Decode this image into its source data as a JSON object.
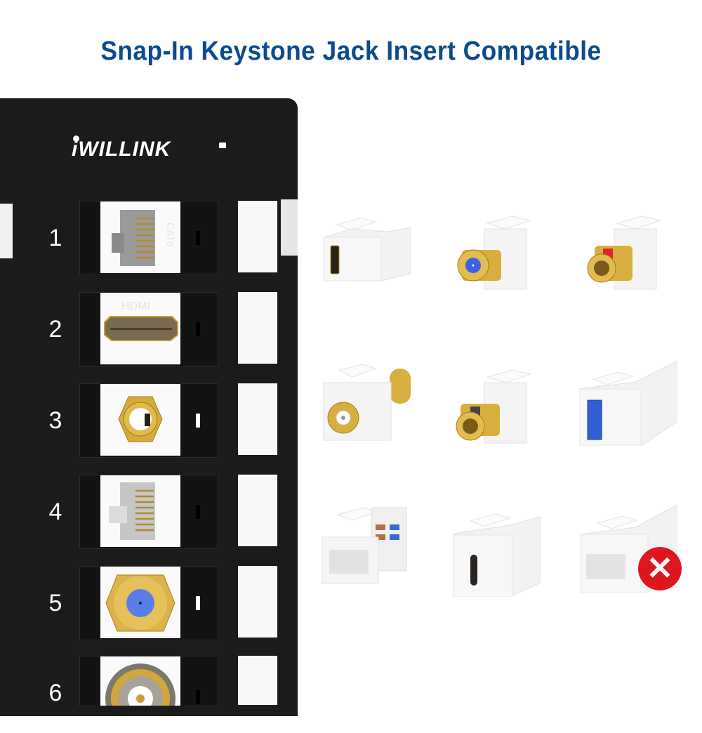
{
  "header": {
    "title": "Snap-In Keystone Jack Insert Compatible"
  },
  "panel": {
    "brand": "iWILLINK",
    "ports": [
      {
        "number": "1",
        "type": "RJ45 Cat6 jack",
        "face_text": "CAT6"
      },
      {
        "number": "2",
        "type": "HDMI jack",
        "face_text": "HDMI"
      },
      {
        "number": "3",
        "type": "3.5mm audio jack"
      },
      {
        "number": "4",
        "type": "RJ45 jack"
      },
      {
        "number": "5",
        "type": "F-type coax jack"
      },
      {
        "number": "6",
        "type": "BNC jack"
      }
    ]
  },
  "compatible_inserts": [
    {
      "name": "HDMI keystone insert",
      "compatible": true
    },
    {
      "name": "F-type coax keystone insert (blue)",
      "compatible": true
    },
    {
      "name": "RCA keystone insert (red)",
      "compatible": true
    },
    {
      "name": "BNC keystone insert",
      "compatible": true
    },
    {
      "name": "Banana binding post keystone insert (black)",
      "compatible": true
    },
    {
      "name": "USB 3.0 keystone insert",
      "compatible": true
    },
    {
      "name": "RJ45 punch-down keystone jack",
      "compatible": true
    },
    {
      "name": "USB-C keystone insert",
      "compatible": true
    },
    {
      "name": "RJ45 inline coupler",
      "compatible": false
    }
  ],
  "colors": {
    "title": "#0b4b8f",
    "panel": "#1c1b1b",
    "incompatible_badge": "#e0161f",
    "gold": "#c59a25",
    "coax_blue": "#5a7de8",
    "rca_red": "#e0252e",
    "usb_blue": "#2f5fd0"
  }
}
